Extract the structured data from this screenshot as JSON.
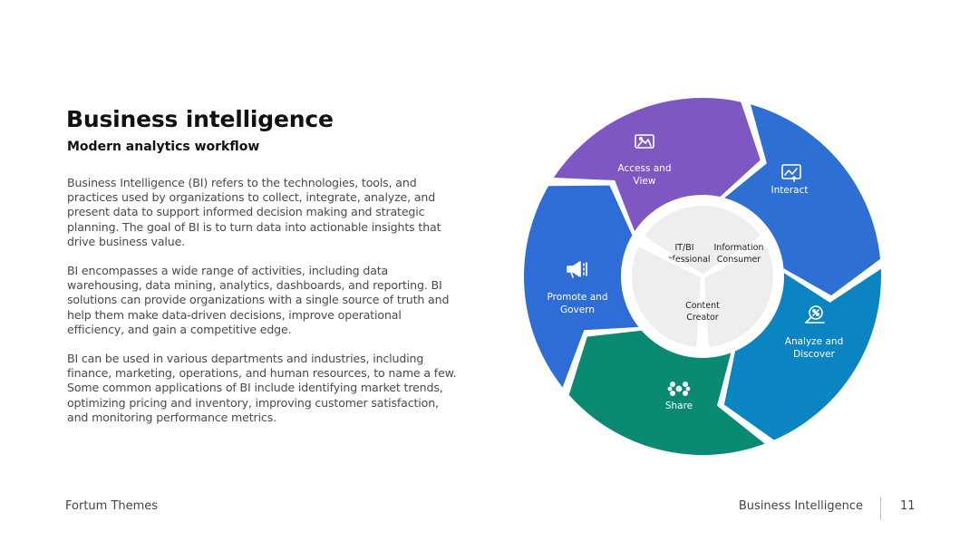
{
  "slide": {
    "title": "Business intelligence",
    "subtitle": "Modern analytics workflow",
    "paragraphs": [
      "Business Intelligence (BI) refers to the technologies, tools, and practices used by organizations to collect, integrate, analyze, and present data to support informed decision making and strategic planning. The goal of BI is to turn data into actionable insights that drive business value.",
      "BI encompasses a wide range of activities, including data warehousing, data mining, analytics, dashboards, and reporting. BI solutions can provide organizations with a single source of truth and help them make data-driven decisions, improve operational efficiency, and gain a competitive edge.",
      "BI can be used in various departments and industries, including finance, marketing, operations, and human resources, to name a few. Some common applications of BI include identifying market trends, optimizing pricing and inventory, improving customer satisfaction, and monitoring performance metrics."
    ]
  },
  "cycle": {
    "segments": [
      {
        "lines": [
          "Access and",
          "View"
        ],
        "icon": "image-icon",
        "color": "#7e57c2"
      },
      {
        "lines": [
          "Interact"
        ],
        "icon": "chart-interact-icon",
        "color": "#2e6fd3"
      },
      {
        "lines": [
          "Analyze and",
          "Discover"
        ],
        "icon": "analyze-icon",
        "color": "#0a85c2"
      },
      {
        "lines": [
          "Share"
        ],
        "icon": "share-network-icon",
        "color": "#0b8a73"
      },
      {
        "lines": [
          "Promote and",
          "Govern"
        ],
        "icon": "megaphone-icon",
        "color": "#2f6dd6"
      }
    ],
    "core": [
      {
        "lines": [
          "IT/BI",
          "Professional"
        ]
      },
      {
        "lines": [
          "Information",
          "Consumer"
        ]
      },
      {
        "lines": [
          "Content",
          "Creator"
        ]
      }
    ],
    "core_fill": "#eeeeee"
  },
  "footer": {
    "left": "Fortum Themes",
    "right": "Business Intelligence",
    "page": "11"
  }
}
